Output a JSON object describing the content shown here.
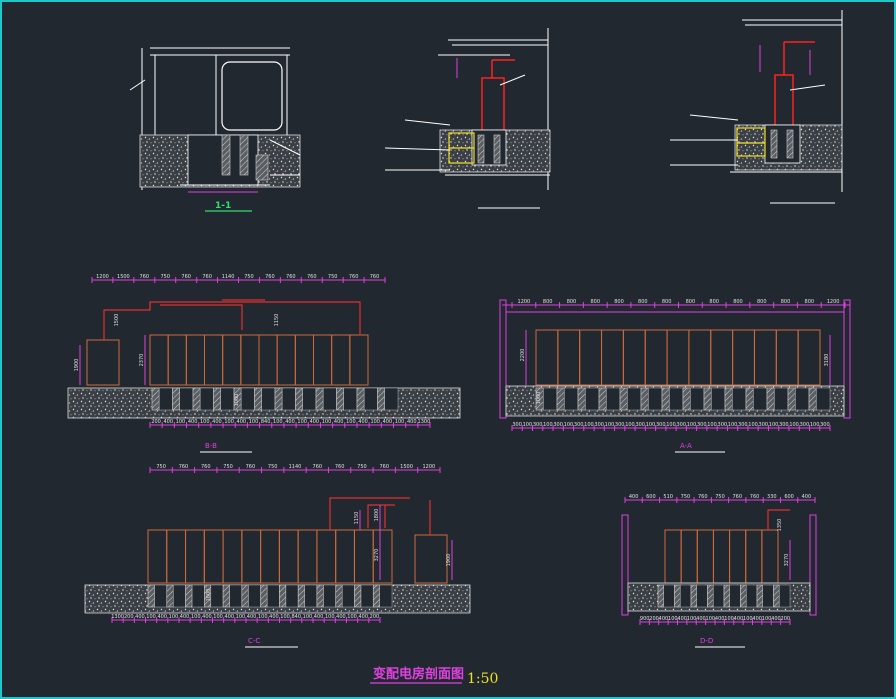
{
  "title": "变配电房剖面图",
  "scale": "1:50",
  "colors": {
    "background": "#212830",
    "frame": "#1ec8c8",
    "dimension": "#e040e0",
    "cabinet": "#d06a3a",
    "busbar": "#e03030",
    "annotation_yellow": "#f0e020",
    "section_green": "#2ee070"
  },
  "sections": {
    "s11": {
      "label": "1-1"
    },
    "bb": {
      "label": "B-B",
      "top_dims": [
        "1200",
        "1500",
        "760",
        "750",
        "760",
        "760",
        "1140",
        "750",
        "760",
        "760",
        "760",
        "750",
        "760",
        "760"
      ],
      "bottom_dims": [
        "200",
        "400",
        "100",
        "400",
        "100",
        "400",
        "100",
        "400",
        "100",
        "840",
        "100",
        "400",
        "100",
        "400",
        "100",
        "400",
        "100",
        "400",
        "100",
        "400",
        "100",
        "400",
        "1300"
      ],
      "v_dims": [
        "1900",
        "2370",
        "1500",
        "1150",
        "1000"
      ]
    },
    "aa": {
      "label": "A-A",
      "top_dims": [
        "1200",
        "800",
        "800",
        "800",
        "800",
        "800",
        "800",
        "800",
        "800",
        "800",
        "800",
        "800",
        "800",
        "1200"
      ],
      "bottom_dims": [
        "300",
        "100",
        "300",
        "100",
        "300",
        "100",
        "300",
        "100",
        "300",
        "100",
        "300",
        "100",
        "300",
        "100",
        "300",
        "100",
        "300",
        "100",
        "300",
        "100",
        "300",
        "100",
        "300",
        "100",
        "300",
        "100",
        "300",
        "100",
        "300",
        "100",
        "300"
      ],
      "v_dims": [
        "2200",
        "3180",
        "1000"
      ]
    },
    "cc": {
      "label": "C-C",
      "top_dims": [
        "750",
        "760",
        "760",
        "750",
        "760",
        "750",
        "1140",
        "760",
        "760",
        "750",
        "760",
        "1500",
        "1200"
      ],
      "bottom_dims": [
        "1300",
        "200",
        "400",
        "100",
        "400",
        "100",
        "400",
        "100",
        "400",
        "100",
        "400",
        "100",
        "400",
        "100",
        "400",
        "100",
        "840",
        "100",
        "400",
        "100",
        "400",
        "100",
        "400",
        "200"
      ],
      "v_dims": [
        "1150",
        "1800",
        "3270",
        "1900",
        "1000"
      ]
    },
    "dd": {
      "label": "D-D",
      "top_dims": [
        "400",
        "600",
        "510",
        "750",
        "760",
        "750",
        "760",
        "760",
        "330",
        "600",
        "400"
      ],
      "bottom_dims": [
        "900",
        "200",
        "400",
        "100",
        "400",
        "100",
        "400",
        "100",
        "400",
        "100",
        "400",
        "100",
        "400",
        "100",
        "400",
        "200"
      ],
      "v_dims": [
        "1350",
        "3270"
      ]
    }
  }
}
